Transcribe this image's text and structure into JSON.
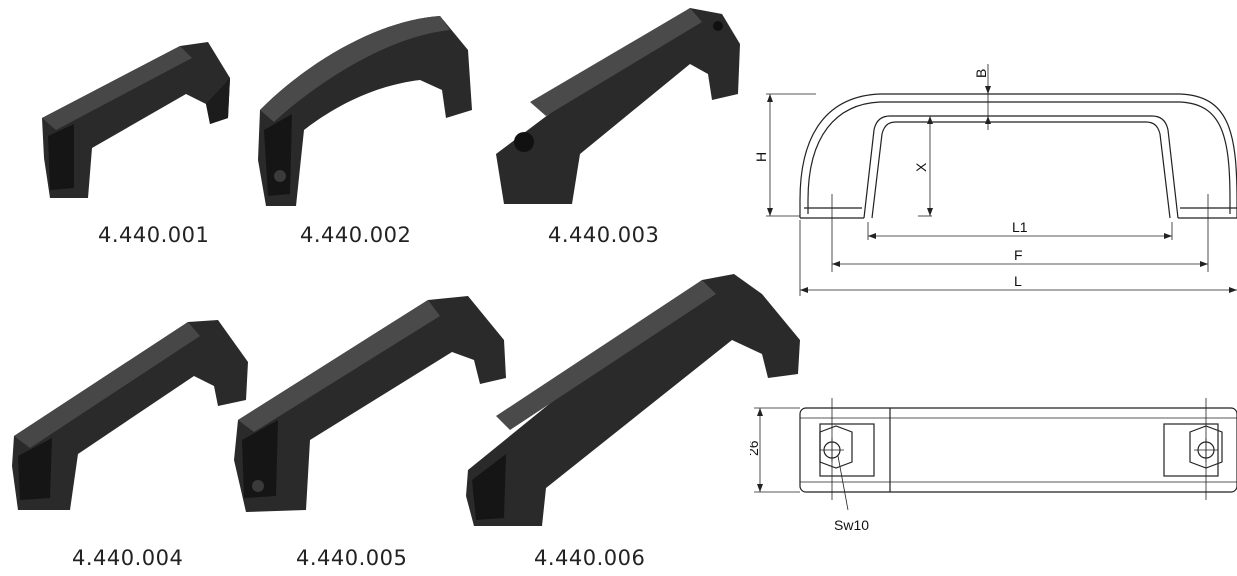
{
  "products": [
    {
      "code": "4.440.001",
      "size": "small",
      "hole": "pocket"
    },
    {
      "code": "4.440.002",
      "size": "small",
      "hole": "pocket"
    },
    {
      "code": "4.440.003",
      "size": "small",
      "hole": "round"
    },
    {
      "code": "4.440.004",
      "size": "medium",
      "hole": "pocket"
    },
    {
      "code": "4.440.005",
      "size": "medium",
      "hole": "pocket"
    },
    {
      "code": "4.440.006",
      "size": "large",
      "hole": "pocket"
    }
  ],
  "drawing": {
    "side_view": {
      "dim_B": "B",
      "dim_H": "H",
      "dim_X": "X",
      "dim_L1": "L1",
      "dim_F": "F",
      "dim_L": "L"
    },
    "top_view": {
      "width_value": "26",
      "wrench_label": "Sw10"
    }
  },
  "colors": {
    "handle": "#2a2a2a",
    "handle_highlight": "#4a4a4a",
    "line": "#222222"
  }
}
